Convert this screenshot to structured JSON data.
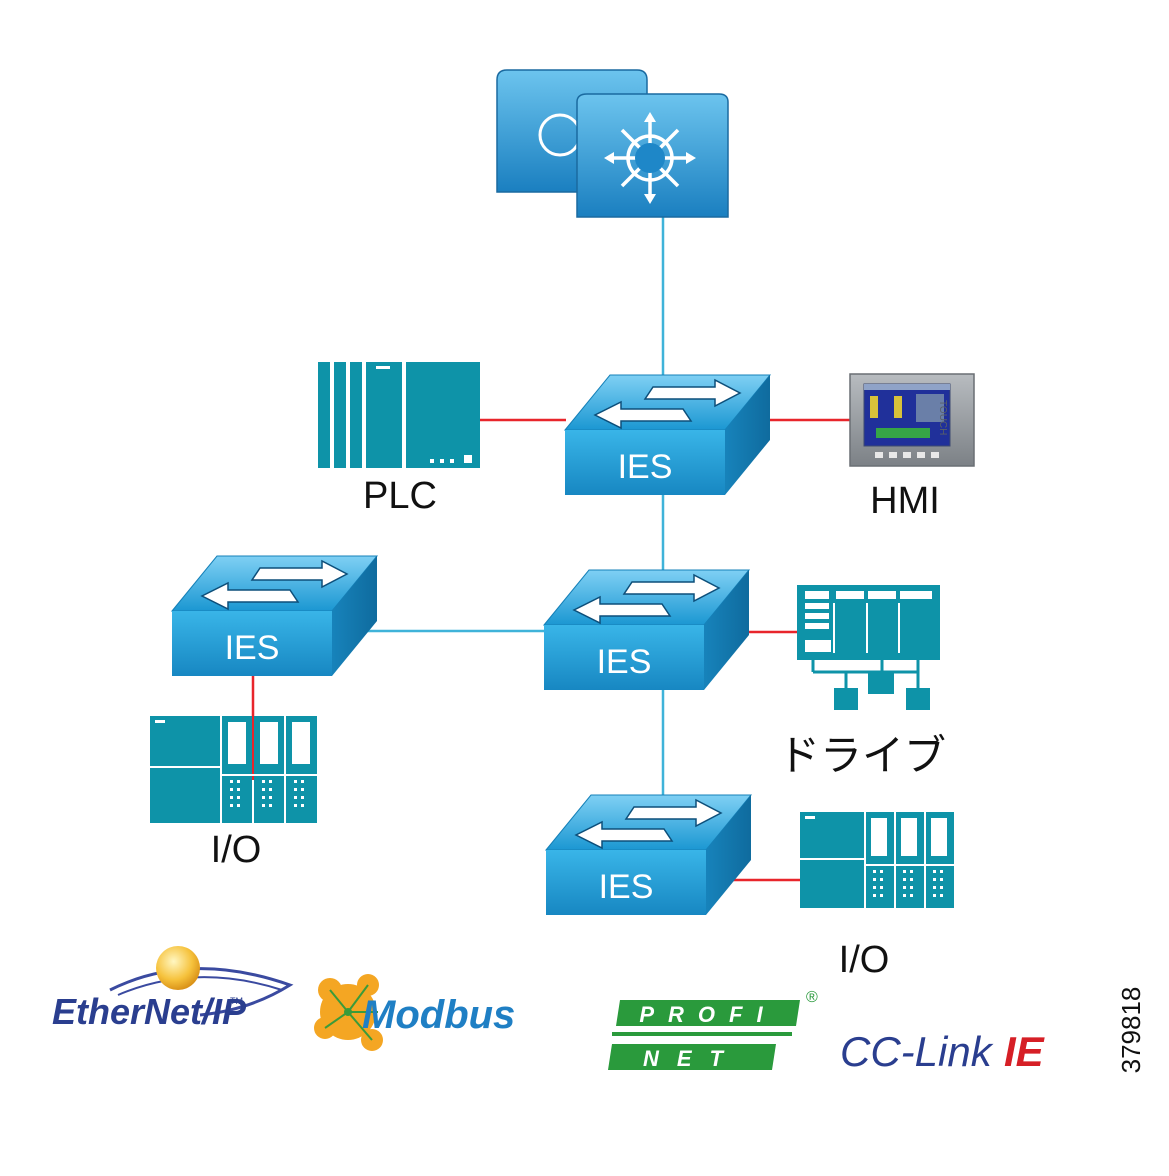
{
  "diagram": {
    "labels": {
      "plc": "PLC",
      "hmi": "HMI",
      "drive": "ドライブ",
      "io_left": "I/O",
      "io_right": "I/O",
      "figure_number": "379818"
    },
    "switches": {
      "ies_top": "IES",
      "ies_left": "IES",
      "ies_center": "IES",
      "ies_bottom": "IES"
    },
    "hmi_screen_label": "TOUCH",
    "logos": {
      "ethernet_ip": "EtherNet/IP",
      "ethernet_ip_tm": "TM",
      "modbus": "Modbus",
      "profinet_top": "PROFI",
      "profinet_bottom": "NET",
      "profinet_reg": "®",
      "cclink_main": "CC-Link",
      "cclink_ie": "IE"
    },
    "colors": {
      "uplink": "#3fb3d9",
      "device_link": "#e8252b",
      "device_teal": "#0e93a8",
      "switch_blue": "#1d9fd6",
      "profinet_green": "#2a9a3c",
      "cclink_blue": "#2a3e8f",
      "cclink_red": "#d61f26"
    }
  }
}
